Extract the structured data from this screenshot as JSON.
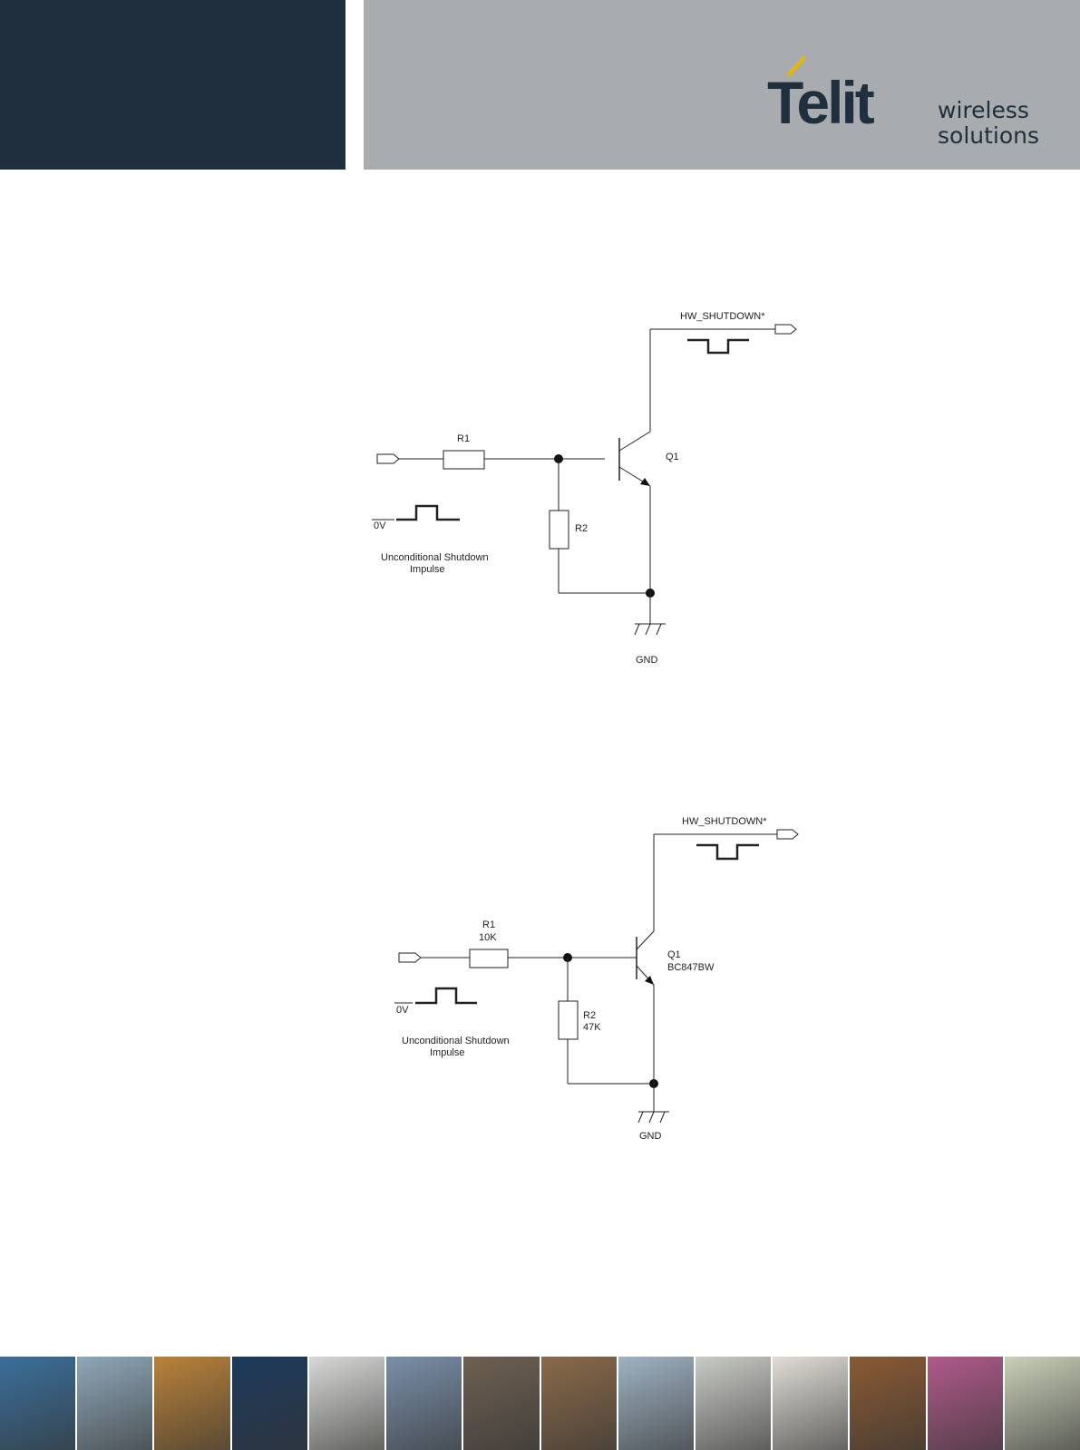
{
  "header": {
    "logo_word": "Telit",
    "logo_tag_line1": "wireless",
    "logo_tag_line2": "solutions",
    "colors": {
      "dark": "#1f2f3d",
      "grey": "#a8acaf",
      "accent": "#e8b800"
    }
  },
  "schematic1": {
    "r1_label": "R1",
    "r2_label": "R2",
    "q1_label": "Q1",
    "output_label": "HW_SHUTDOWN*",
    "zero_v_label": "0V",
    "impulse_line1": "Unconditional Shutdown",
    "impulse_line2": "Impulse",
    "gnd_label": "GND"
  },
  "schematic2": {
    "r1_label": "R1",
    "r1_value": "10K",
    "r2_label": "R2",
    "r2_value": "47K",
    "q1_label": "Q1",
    "q1_part": "BC847BW",
    "output_label": "HW_SHUTDOWN*",
    "zero_v_label": "0V",
    "impulse_line1": "Unconditional Shutdown",
    "impulse_line2": "Impulse",
    "gnd_label": "GND"
  },
  "footer": {
    "tiles": [
      {
        "icon": "highway-photo",
        "color": "#3b6f9a"
      },
      {
        "icon": "sos-phone-photo",
        "color": "#8fa7b8"
      },
      {
        "icon": "containers-photo",
        "color": "#b9823a"
      },
      {
        "icon": "led-clock-photo",
        "color": "#1d3a5c"
      },
      {
        "icon": "keyboard-photo",
        "color": "#d8d8d6"
      },
      {
        "icon": "cyclist-photo",
        "color": "#7a8fa8"
      },
      {
        "icon": "card-reader-photo",
        "color": "#6e6052"
      },
      {
        "icon": "vending-photo",
        "color": "#8a6a4a"
      },
      {
        "icon": "wind-turbine-photo",
        "color": "#9fb2c2"
      },
      {
        "icon": "meter-photo",
        "color": "#c9cbc6"
      },
      {
        "icon": "interior-photo",
        "color": "#e0ddd6"
      },
      {
        "icon": "station-photo",
        "color": "#8a5a34"
      },
      {
        "icon": "printer-photo",
        "color": "#b05a8a"
      },
      {
        "icon": "camera-photo",
        "color": "#c9cfb8"
      }
    ]
  }
}
